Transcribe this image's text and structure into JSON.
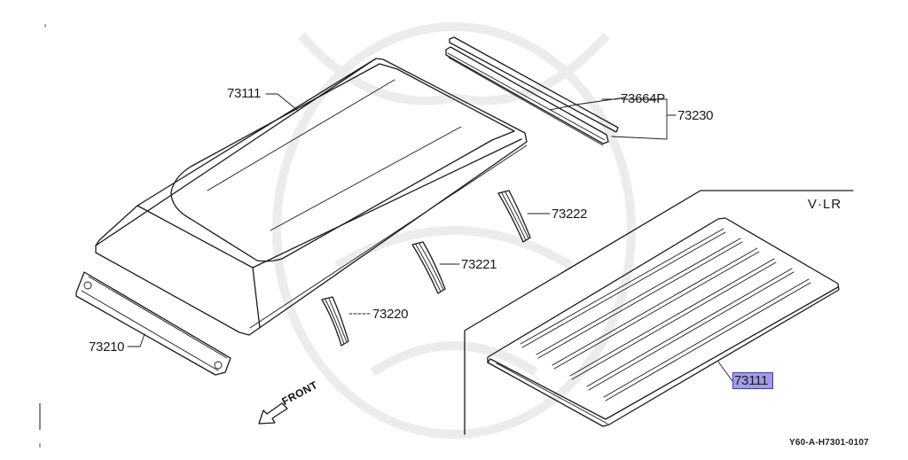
{
  "diagram": {
    "variant_label": "V·LR",
    "direction_label": "FRONT",
    "diagram_code": "Y60-A-H7301-0107",
    "highlight_color": "#9e9ee6",
    "highlight_border": "#3c3cb4",
    "parts": [
      {
        "id": "roof-panel-upper",
        "number": "73111",
        "highlighted": false
      },
      {
        "id": "weatherstrip",
        "number": "73664P",
        "highlighted": false
      },
      {
        "id": "drip-rail-assembly",
        "number": "73230",
        "highlighted": false
      },
      {
        "id": "roof-bow-rear",
        "number": "73222",
        "highlighted": false
      },
      {
        "id": "roof-bow-center",
        "number": "73221",
        "highlighted": false
      },
      {
        "id": "roof-bow-front",
        "number": "73220",
        "highlighted": false
      },
      {
        "id": "front-rail",
        "number": "73210",
        "highlighted": false
      },
      {
        "id": "roof-panel-vlr",
        "number": "73111",
        "highlighted": true
      }
    ]
  }
}
